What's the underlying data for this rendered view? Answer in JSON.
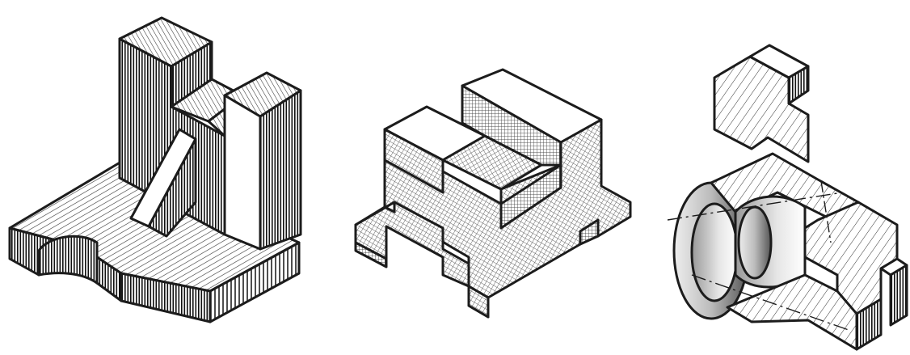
{
  "figures": [
    {
      "id": "bracket",
      "shading": "hatched-lines",
      "fill_tone": "#d8d8d8"
    },
    {
      "id": "slotted-block",
      "shading": "crosshatch-grid",
      "fill_tone": "#9a9a9a"
    },
    {
      "id": "sectioned-cylinder",
      "shading": "section-hatch-and-tone",
      "fill_tone": "#cfcfcf"
    }
  ],
  "colors": {
    "ink": "#1c1c1c",
    "paper": "#ffffff"
  }
}
